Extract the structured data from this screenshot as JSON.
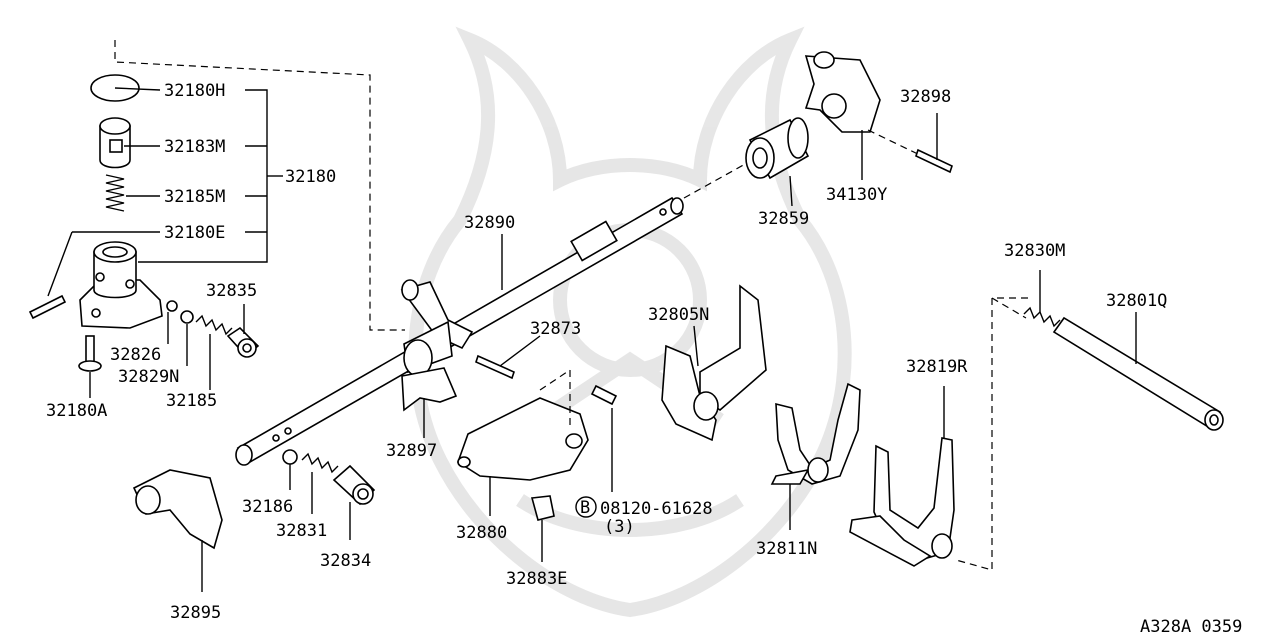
{
  "diagram_code": "A328A 0359",
  "parts": {
    "p32180H": "32180H",
    "p32183M": "32183M",
    "p32185M": "32185M",
    "p32180E": "32180E",
    "p32180": "32180",
    "p32835": "32835",
    "p32826": "32826",
    "p32829N": "32829N",
    "p32185": "32185",
    "p32180A": "32180A",
    "p32890": "32890",
    "p32859": "32859",
    "p32898": "32898",
    "p34130Y": "34130Y",
    "p32873": "32873",
    "p32805N": "32805N",
    "p32830M": "32830M",
    "p32801Q": "32801Q",
    "p32819R": "32819R",
    "p32897": "32897",
    "p32880": "32880",
    "p32186": "32186",
    "p32831": "32831",
    "p32834": "32834",
    "p32895": "32895",
    "p32883E": "32883E",
    "p32811N": "32811N",
    "bolt_marker": "B",
    "bolt_number": "08120-61628",
    "bolt_qty": "(3)"
  }
}
